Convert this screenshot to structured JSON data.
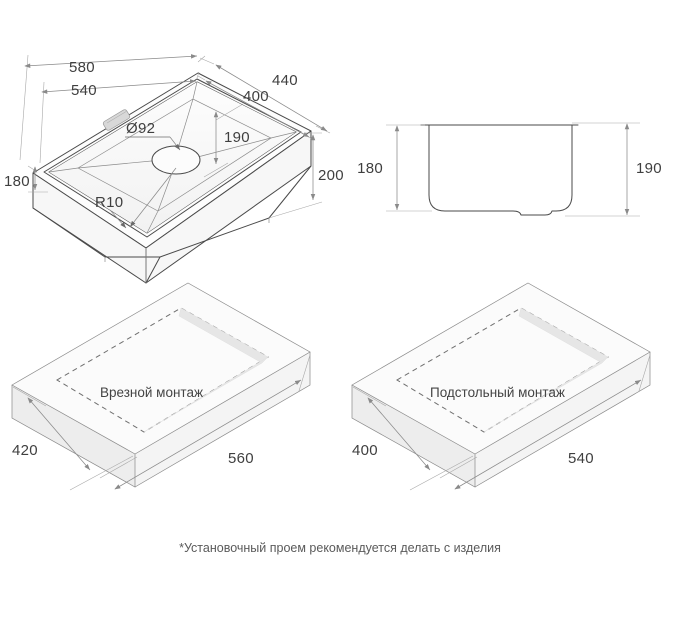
{
  "drawing": {
    "title": "Kitchen sink technical dimension drawing",
    "units": "mm",
    "background_color": "#ffffff",
    "line_color": "#4a4a4a",
    "dimension_color": "#8a8a8a",
    "text_color": "#3f3f3f"
  },
  "views": {
    "isometric": {
      "name": "Isometric sink view",
      "dimensions": {
        "outer_width": "580",
        "inner_width": "540",
        "outer_depth": "440",
        "inner_depth": "400",
        "bowl_depth_inner": "190",
        "bowl_depth_outer": "200",
        "side_height": "180",
        "drain_diameter": "Ø92",
        "corner_radius": "R10"
      },
      "logo_badge": "brand-badge"
    },
    "side": {
      "name": "Side cross-section view",
      "dimensions": {
        "left_height": "180",
        "right_height": "190"
      }
    }
  },
  "mounting": {
    "dropin": {
      "label": "Врезной монтаж",
      "depth": "420",
      "width": "560"
    },
    "undermount": {
      "label": "Подстольный монтаж",
      "depth": "400",
      "width": "540"
    }
  },
  "footnote": {
    "text": "*Установочный проем рекомендуется делать с изделия"
  }
}
